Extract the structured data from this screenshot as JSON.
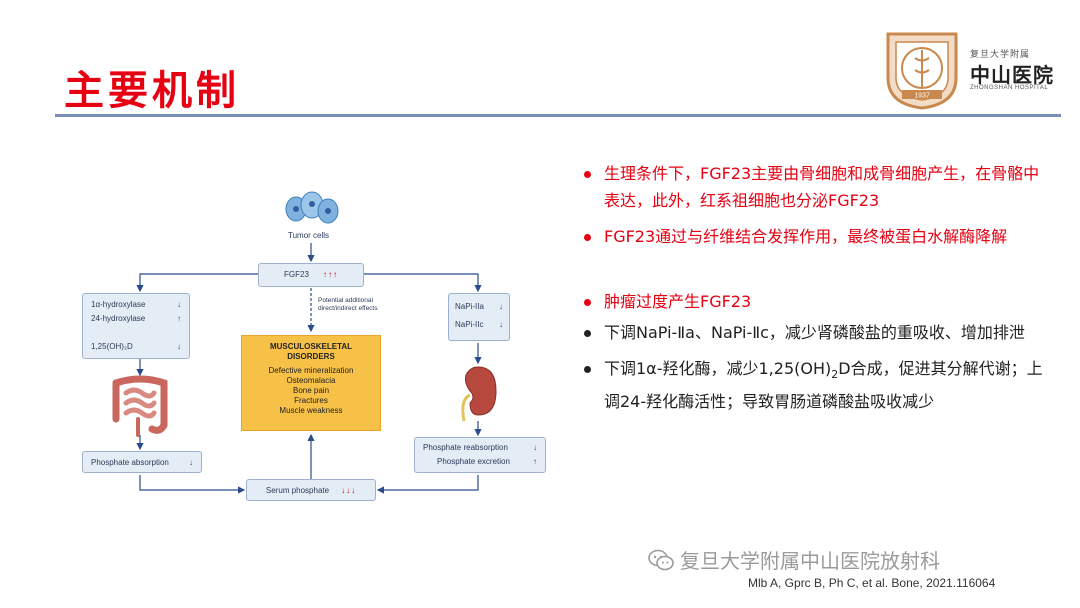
{
  "slide": {
    "title": "主要机制"
  },
  "logo": {
    "small_text": "复旦大学附属",
    "name": "中山医院",
    "english": "ZHONGSHAN HOSPITAL",
    "year": "1937"
  },
  "diagram": {
    "tumor_label": "Tumor cells",
    "fgf_label": "FGF23",
    "fgf_arrows": "↑↑↑",
    "potential_line1": "Potential additional",
    "potential_line2": "direct/indirect effects",
    "left_box": {
      "r1_label": "1α-hydroxylase",
      "r1_arrow": "↓",
      "r2_label": "24-hydroxylase",
      "r2_arrow": "↑",
      "r3_label": "1,25(OH)₂D",
      "r3_arrow": "↓"
    },
    "right_box": {
      "r1_label": "NaPi-IIa",
      "r1_arrow": "↓",
      "r2_label": "NaPi-IIc",
      "r2_arrow": "↓"
    },
    "msd": {
      "title1": "MUSCULOSKELETAL",
      "title2": "DISORDERS",
      "items": [
        "Defective mineralization",
        "Osteomalacia",
        "Bone pain",
        "Fractures",
        "Muscle weakness"
      ]
    },
    "absorption_label": "Phosphate absorption",
    "absorption_arrow": "↓",
    "reabsorption_label": "Phosphate reabsorption",
    "reabsorption_arrow": "↓",
    "excretion_label": "Phosphate excretion",
    "excretion_arrow": "↑",
    "serum_label": "Serum phosphate",
    "serum_arrows": "↓↓↓"
  },
  "bullets": [
    {
      "text": "生理条件下，FGF23主要由骨细胞和成骨细胞产生，在骨骼中表达，此外，红系祖细胞也分泌FGF23",
      "color": "#e60012"
    },
    {
      "text": "FGF23通过与纤维结合发挥作用，最终被蛋白水解酶降解",
      "color": "#e60012"
    },
    {
      "text": "肿瘤过度产生FGF23",
      "color": "#e60012"
    },
    {
      "text": "下调NaPi-Ⅱa、NaPi-Ⅱc，减少肾磷酸盐的重吸收、增加排泄",
      "color": "#222222"
    },
    {
      "text_pre": "下调1α-羟化酶，减少1,25(OH)",
      "text_sub": "2",
      "text_post": "D合成，促进其分解代谢；上调24-羟化酶活性；导致胃肠道磷酸盐吸收减少",
      "color": "#222222"
    }
  ],
  "watermark": "复旦大学附属中山医院放射科",
  "citation": "Mlb A, Gprc B, Ph C, et al. Bone, 2021.116064"
}
